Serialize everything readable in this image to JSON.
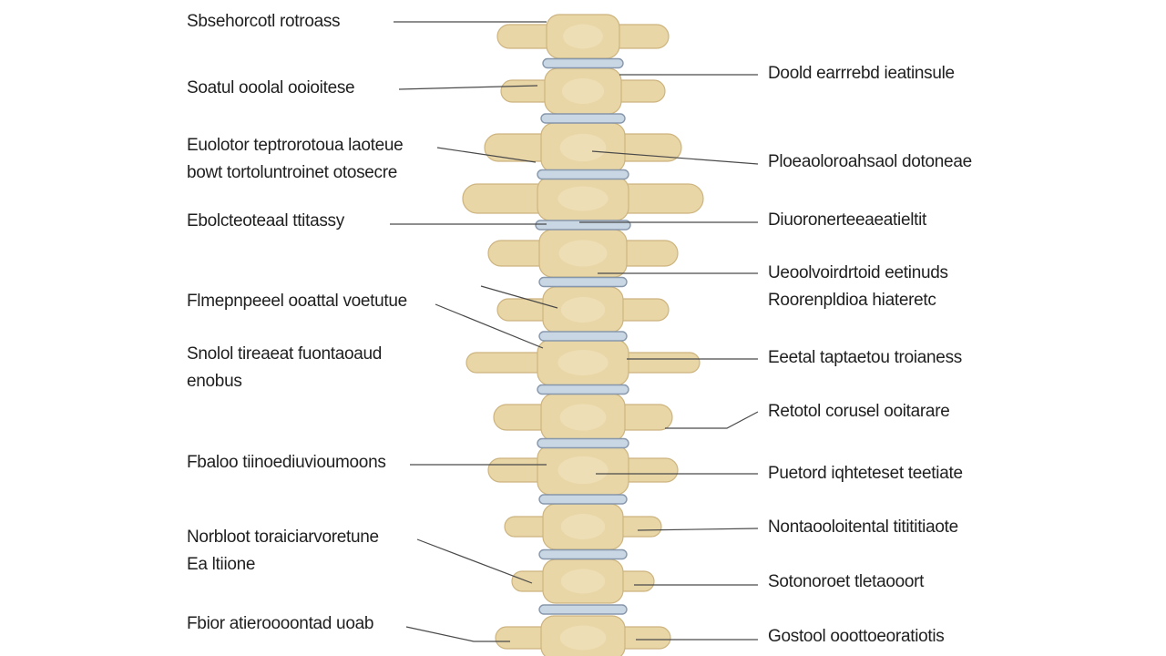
{
  "colors": {
    "bone": "#e9d6a6",
    "bone_edge": "#cdb47f",
    "disc": "#c9d6e4",
    "disc_edge": "#8797ab",
    "leader": "#4a4a4a",
    "text": "#1f1f1f"
  },
  "left_labels": [
    {
      "lines": [
        "Sbsehorcotl rotroass"
      ]
    },
    {
      "lines": [
        "Soatul ooolal ooioitese"
      ]
    },
    {
      "lines": [
        "Euolotor teptrorotoua laoteue",
        "bowt tortoluntroinet otosecre"
      ]
    },
    {
      "lines": [
        "Ebolcteoteaal ttitassy"
      ]
    },
    {
      "lines": [
        "Flmepnpeeel ooattal voetutue"
      ]
    },
    {
      "lines": [
        "Snolol tireaeat fuontaoaud",
        "enobus"
      ]
    },
    {
      "lines": [
        "Fbaloo tiinoediuvioumoons"
      ]
    },
    {
      "lines": [
        "Norbloot toraiciarvoretune",
        "Ea ltiione"
      ]
    },
    {
      "lines": [
        "Fbior atieroooontad uoab"
      ]
    }
  ],
  "right_labels": [
    {
      "lines": [
        "Doold earrrebd ieatinsule"
      ]
    },
    {
      "lines": [
        "Ploeaoloroahsaol dotoneae"
      ]
    },
    {
      "lines": [
        "Diuoronerteeaeatieltit"
      ]
    },
    {
      "lines": [
        "Ueoolvoirdrtoid eetinuds",
        "Roorenpldioa hiateretc"
      ]
    },
    {
      "lines": [
        "Eeetal taptaetou troianess"
      ]
    },
    {
      "lines": [
        "Retotol corusel ooitarare"
      ]
    },
    {
      "lines": [
        "Puetord iqhteteset teetiate"
      ]
    },
    {
      "lines": [
        "Nontaooloitental titititiaote"
      ]
    },
    {
      "lines": [
        "Sotonoroet tletaooort"
      ]
    },
    {
      "lines": [
        "Gostool ooottoeoratiotis"
      ]
    }
  ]
}
